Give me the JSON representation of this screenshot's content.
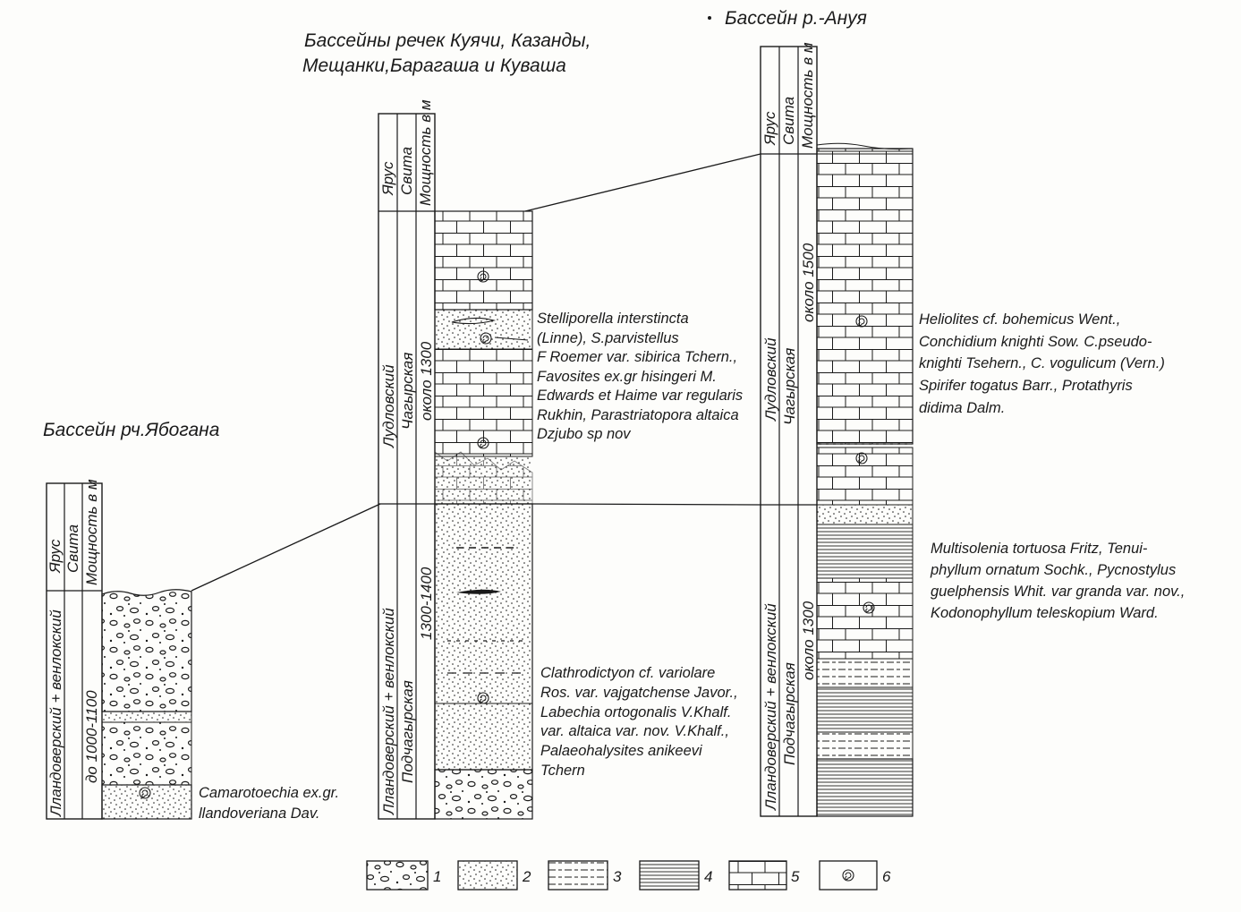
{
  "titles": {
    "left": "Бассейн рч.Ябогана",
    "middle_line1": "Бассейны речек Куячи, Казанды,",
    "middle_line2": "Мещанки,Барагаша и Куваша",
    "right": "Бассейн р.-Ануя"
  },
  "column_headers": {
    "stage": "Ярус",
    "suite": "Свита",
    "thickness": "Мощность в м"
  },
  "left_column": {
    "stage": "Лландоверский + венлокский",
    "thickness": "до 1000-1100",
    "fossils": [
      "Camarotoechia ex.gr.",
      "llandoveriana Dav."
    ]
  },
  "middle_column": {
    "upper": {
      "stage": "Лудловский",
      "suite": "Чагырская",
      "thickness": "около 1300",
      "fossils": [
        "Stelliporella interstincta",
        "(Linne), S.parvistellus",
        "F Roemer var. sibirica Tchern.,",
        "Favosites ex.gr hisingeri M.",
        "Edwards et Haime var regularis",
        "Rukhin, Parastriatopora altaica",
        "Dzjubo sp nov"
      ]
    },
    "lower": {
      "stage": "Лландоверский + венлокский",
      "suite": "Подчагырская",
      "thickness": "1300-1400",
      "fossils": [
        "Clathrodictyon cf. variolare",
        "Ros. var. vajgatchense Javor.,",
        "Labechia ortogonalis V.Khalf.",
        "var. altaica var. nov. V.Khalf.,",
        "Palaeohalysites anikeevi",
        "Tchern"
      ]
    }
  },
  "right_column": {
    "upper": {
      "stage": "Лудловский",
      "suite": "Чагырская",
      "thickness": "около 1500",
      "fossils": [
        "Heliolites cf. bohemicus Went.,",
        "Conchidium knighti Sow. C.pseudo-",
        "knighti Tsehern., C. vogulicum (Vern.)",
        "Spirifer togatus Barr., Protathyris",
        "didima Dalm."
      ]
    },
    "lower": {
      "stage": "Лландоверский + венлокский",
      "suite": "Подчагырская",
      "thickness": "около 1300",
      "fossils": [
        "Multisolenia tortuosa Fritz, Tenui-",
        "phyllum ornatum Sochk., Pycnostylus",
        "guelphensis Whit. var granda var. nov.,",
        "Kodonophyllum teleskopium Ward."
      ]
    }
  },
  "legend": [
    "1",
    "2",
    "3",
    "4",
    "5",
    "6"
  ],
  "icons": {
    "fossil": "spiral-fossil-icon"
  },
  "colors": {
    "ink": "#1a1a1a",
    "paper": "#fdfdfb"
  }
}
